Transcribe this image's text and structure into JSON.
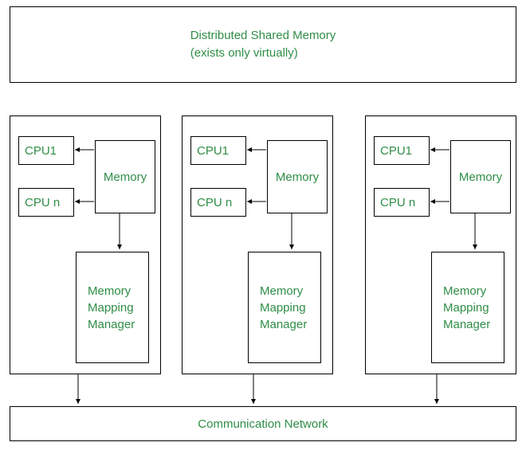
{
  "colors": {
    "text_green": "#2f8d46",
    "border_black": "#000000",
    "background": "#ffffff"
  },
  "dsm_box": {
    "line1": "Distributed Shared Memory",
    "line2": "(exists only virtually)"
  },
  "nodes": [
    {
      "cpu1_label": "CPU1",
      "cpun_label": "CPU n",
      "memory_label": "Memory",
      "mmm_label": "Memory\nMapping\nManager"
    },
    {
      "cpu1_label": "CPU1",
      "cpun_label": "CPU n",
      "memory_label": "Memory",
      "mmm_label": "Memory\nMapping\nManager"
    },
    {
      "cpu1_label": "CPU1",
      "cpun_label": "CPU n",
      "memory_label": "Memory",
      "mmm_label": "Memory\nMapping\nManager"
    }
  ],
  "network_box": {
    "label": "Communication Network"
  }
}
